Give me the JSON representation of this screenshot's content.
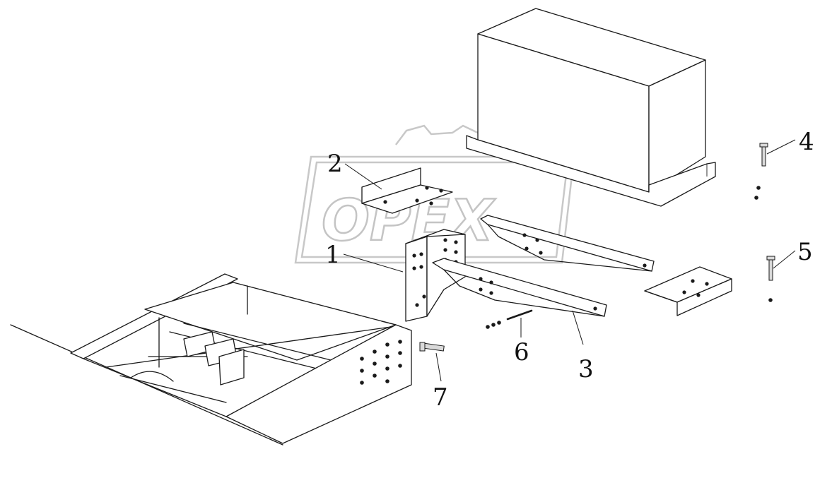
{
  "watermark": {
    "text": "OPEX"
  },
  "callouts": [
    {
      "id": "1",
      "label": "1"
    },
    {
      "id": "2",
      "label": "2"
    },
    {
      "id": "3",
      "label": "3"
    },
    {
      "id": "4",
      "label": "4"
    },
    {
      "id": "5",
      "label": "5"
    },
    {
      "id": "6",
      "label": "6"
    },
    {
      "id": "7",
      "label": "7"
    }
  ]
}
